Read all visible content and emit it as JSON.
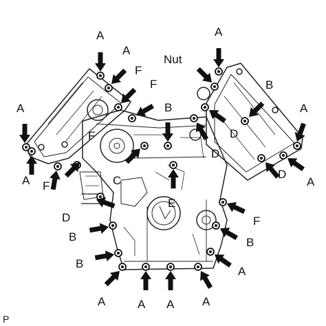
{
  "figure_code": "P",
  "labels": {
    "nut": "Nut",
    "a": "A",
    "b": "B",
    "c": "C",
    "d": "D",
    "e": "E",
    "f": "F"
  }
}
